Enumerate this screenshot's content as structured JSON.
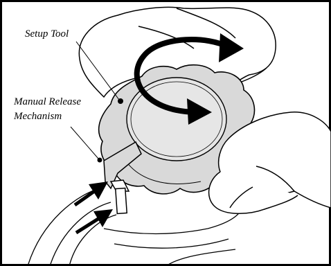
{
  "labels": {
    "setup_tool": "Setup Tool",
    "manual_release_line1": "Manual Release",
    "manual_release_line2": "Mechanism"
  },
  "icons": {
    "rotation_arrow": "clockwise-arrow-icon",
    "insertion_arrows": "arrow-up-right-icon"
  },
  "colors": {
    "line": "#000000",
    "knob_fill": "#d9d9d9",
    "background": "#ffffff"
  }
}
